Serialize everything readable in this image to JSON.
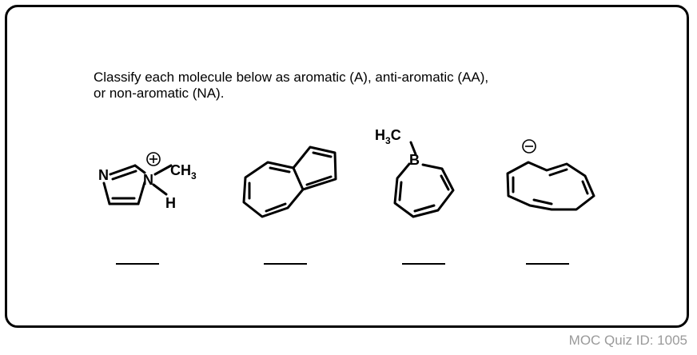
{
  "instructions": {
    "line1": "Classify each molecule below as aromatic (A), anti-aromatic (AA),",
    "line2": "or non-aromatic (NA)."
  },
  "molecules": {
    "m1": {
      "atom_n1": "N",
      "atom_n2": "N",
      "charge": "+",
      "methyl": "CH",
      "methyl_sub": "3",
      "hydrogen": "H"
    },
    "m3": {
      "methyl": "H",
      "methyl_sub": "3",
      "methyl_c": "C",
      "boron": "B"
    },
    "m4": {
      "charge": "−"
    }
  },
  "answers": [
    "",
    "",
    "",
    ""
  ],
  "footer": {
    "quiz_id": "MOC Quiz ID: 1005"
  }
}
